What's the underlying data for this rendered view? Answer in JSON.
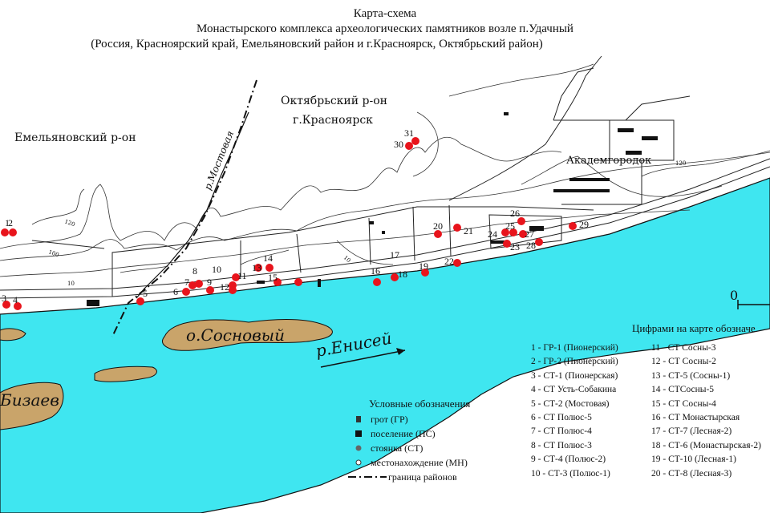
{
  "title": {
    "line1": "Карта-схема",
    "line2": "Монастырского комплекса археологических памятников возле п.Удачный",
    "line3": "(Россия, Красноярский край, Емельяновский район и г.Красноярск, Октябрьский район)"
  },
  "map_labels": {
    "district_left": "Емельяновский р-он",
    "district_right_1": "Октябрьский р-он",
    "district_right_2": "г.Красноярск",
    "akademgorodok": "Академгородок",
    "river": "р.Енисей",
    "island_sosnovy": "о.Сосновый",
    "island_left": "Бизаев",
    "river_mostovaya": "р.Мостовая",
    "contour_120a": "120",
    "contour_100": "100",
    "contour_10a": "10",
    "contour_120b": "120",
    "contour_10b": "10",
    "scale_zero": "0"
  },
  "sites": [
    {
      "n": "1"
    },
    {
      "n": "2"
    },
    {
      "n": "3"
    },
    {
      "n": "4"
    },
    {
      "n": "5"
    },
    {
      "n": "6"
    },
    {
      "n": "7"
    },
    {
      "n": "8"
    },
    {
      "n": "9"
    },
    {
      "n": "10"
    },
    {
      "n": "11"
    },
    {
      "n": "12"
    },
    {
      "n": "13"
    },
    {
      "n": "14"
    },
    {
      "n": "15"
    },
    {
      "n": "16"
    },
    {
      "n": "17"
    },
    {
      "n": "18"
    },
    {
      "n": "19"
    },
    {
      "n": "20"
    },
    {
      "n": "21"
    },
    {
      "n": "22"
    },
    {
      "n": "23"
    },
    {
      "n": "24"
    },
    {
      "n": "25"
    },
    {
      "n": "26"
    },
    {
      "n": "27"
    },
    {
      "n": "28"
    },
    {
      "n": "29"
    },
    {
      "n": "30"
    },
    {
      "n": "31"
    }
  ],
  "legend": {
    "heading": "Условные обозначения",
    "items": [
      {
        "label": "грот (ГР)"
      },
      {
        "label": "поселение (ПС)"
      },
      {
        "label": "стоянка (СТ)"
      },
      {
        "label": "местонахождение (МН)"
      },
      {
        "label": "граница районов"
      }
    ]
  },
  "site_list": {
    "heading": "Цифрами на карте обозначе",
    "col1": [
      "1 - ГР-1 (Пионерский)",
      "2 - ГР-2 (Пионерский)",
      "3 - СТ-1 (Пионерская)",
      "4 - СТ Усть-Собакина",
      "5 - СТ-2 (Мостовая)",
      "6 - СТ Полюс-5",
      "7 - СТ Полюс-4",
      "8 - СТ Полюс-3",
      "9 - СТ-4 (Полюс-2)",
      "10 - СТ-3 (Полюс-1)"
    ],
    "col2": [
      "11 - СТ Сосны-3",
      "12 - СТ Сосны-2",
      "13 - СТ-5 (Сосны-1)",
      "14 - СТСосны-5",
      "15 - СТ Сосны-4",
      "16 - СТ Монастырская",
      "17 - СТ-7 (Лесная-2)",
      "18 - СТ-6 (Монастырская-2)",
      "19 - СТ-10 (Лесная-1)",
      "20 - СТ-8 (Лесная-3)"
    ]
  },
  "colors": {
    "river": "#3fe6f0",
    "island": "#c9a46a",
    "site": "#e8141c",
    "lines": "#222222"
  }
}
